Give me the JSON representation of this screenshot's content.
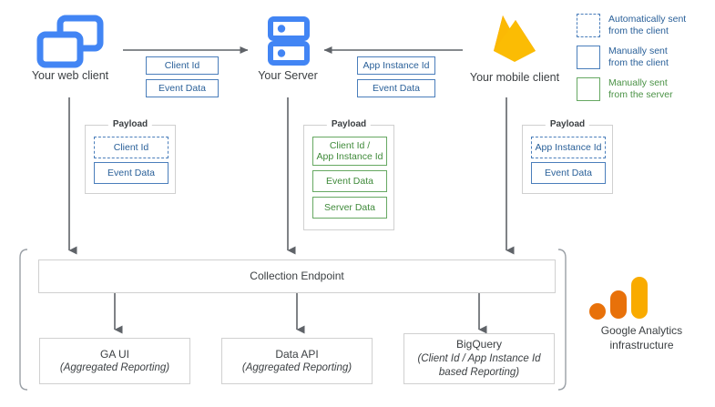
{
  "diagram": {
    "title": "Google Analytics data collection architecture",
    "colors": {
      "blue": "#4285f4",
      "chip_border_blue": "#4a7ebb",
      "chip_text_blue": "#2a6099",
      "green": "#66a862",
      "green_text": "#3f8a3a",
      "arrow_grey": "#5f6368",
      "box_border_grey": "#d0d0d0",
      "text_grey": "#3c4043",
      "firebase_yellow": "#ffc24a",
      "firebase_orange": "#f4bd62",
      "firebase_amber": "#f6820d",
      "ga_dot_orange": "#e8710a",
      "ga_bar_orange": "#e8710a",
      "ga_bar_yellow": "#f9ab00"
    }
  },
  "nodes": {
    "web_client": {
      "label": "Your web client",
      "icon": "web-windows-icon"
    },
    "server": {
      "label": "Your Server",
      "icon": "server-rack-icon"
    },
    "mobile_client": {
      "label": "Your mobile client",
      "icon": "firebase-flame-icon"
    }
  },
  "transfers": {
    "web_to_server": {
      "direction": "right",
      "chips": [
        "Client Id",
        "Event Data"
      ]
    },
    "mobile_to_server": {
      "direction": "left",
      "chips": [
        "App Instance Id",
        "Event Data"
      ]
    }
  },
  "payloads": [
    {
      "title": "Payload",
      "source": "web-client",
      "items": [
        {
          "label": "Client Id",
          "style": "dashed-blue"
        },
        {
          "label": "Event Data",
          "style": "solid-blue"
        }
      ]
    },
    {
      "title": "Payload",
      "source": "server",
      "items": [
        {
          "label": "Client Id /\nApp Instance Id",
          "style": "solid-green"
        },
        {
          "label": "Event Data",
          "style": "solid-green"
        },
        {
          "label": "Server Data",
          "style": "solid-green"
        }
      ]
    },
    {
      "title": "Payload",
      "source": "mobile-client",
      "items": [
        {
          "label": "App Instance Id",
          "style": "dashed-blue"
        },
        {
          "label": "Event Data",
          "style": "solid-blue"
        }
      ]
    }
  ],
  "collection": {
    "endpoint_label": "Collection Endpoint",
    "outputs": [
      {
        "title": "GA UI",
        "subtitle": "(Aggregated Reporting)"
      },
      {
        "title": "Data API",
        "subtitle": "(Aggregated Reporting)"
      },
      {
        "title": "BigQuery",
        "subtitle": "(Client Id / App Instance Id\nbased Reporting)"
      }
    ]
  },
  "infrastructure": {
    "caption_line1": "Google Analytics",
    "caption_line2": "infrastructure",
    "logo": "google-analytics-logo"
  },
  "legend": {
    "items": [
      {
        "swatch": "dashed-blue",
        "line1": "Automatically sent",
        "line2": "from the client"
      },
      {
        "swatch": "solid-blue",
        "line1": "Manually sent",
        "line2": "from the client"
      },
      {
        "swatch": "solid-green",
        "line1": "Manually sent",
        "line2": "from the server"
      }
    ]
  }
}
